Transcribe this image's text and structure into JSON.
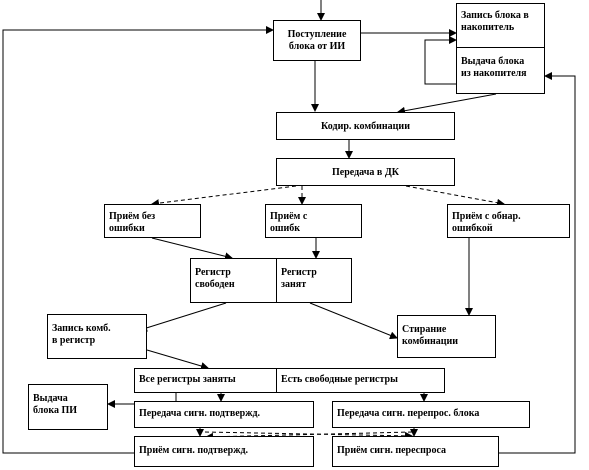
{
  "blocks": {
    "receive_block": [
      "Поступление",
      "блока от ИИ"
    ],
    "write_storage": [
      "Запись блока в",
      "накопитель"
    ],
    "read_storage": [
      "Выдача блока",
      "из накопителя"
    ],
    "coding": "Кодир. комбинации",
    "transmit_dk": "Передача в ДК",
    "recv_ok": [
      "Приём без",
      "ошибки"
    ],
    "recv_err": [
      "Приём с",
      "ошибк"
    ],
    "recv_detected": [
      "Приём с обнар.",
      "ошибкой"
    ],
    "reg_free": [
      "Регистр",
      "свободен"
    ],
    "reg_busy": [
      "Регистр",
      "занят"
    ],
    "write_reg": [
      "Запись комб.",
      "в регистр"
    ],
    "erase": [
      "Стирание",
      "комбинации"
    ],
    "all_busy": "Все регистры заняты",
    "has_free": "Есть свободные регистры",
    "out_pi": [
      "Выдача",
      "блока ПИ"
    ],
    "send_confirm": "Передача сигн. подтвержд.",
    "send_retx": "Передача сигн. перепрос. блока",
    "recv_confirm": "Приём сигн. подтвержд.",
    "recv_retx": "Приём сигн. переспроса"
  }
}
